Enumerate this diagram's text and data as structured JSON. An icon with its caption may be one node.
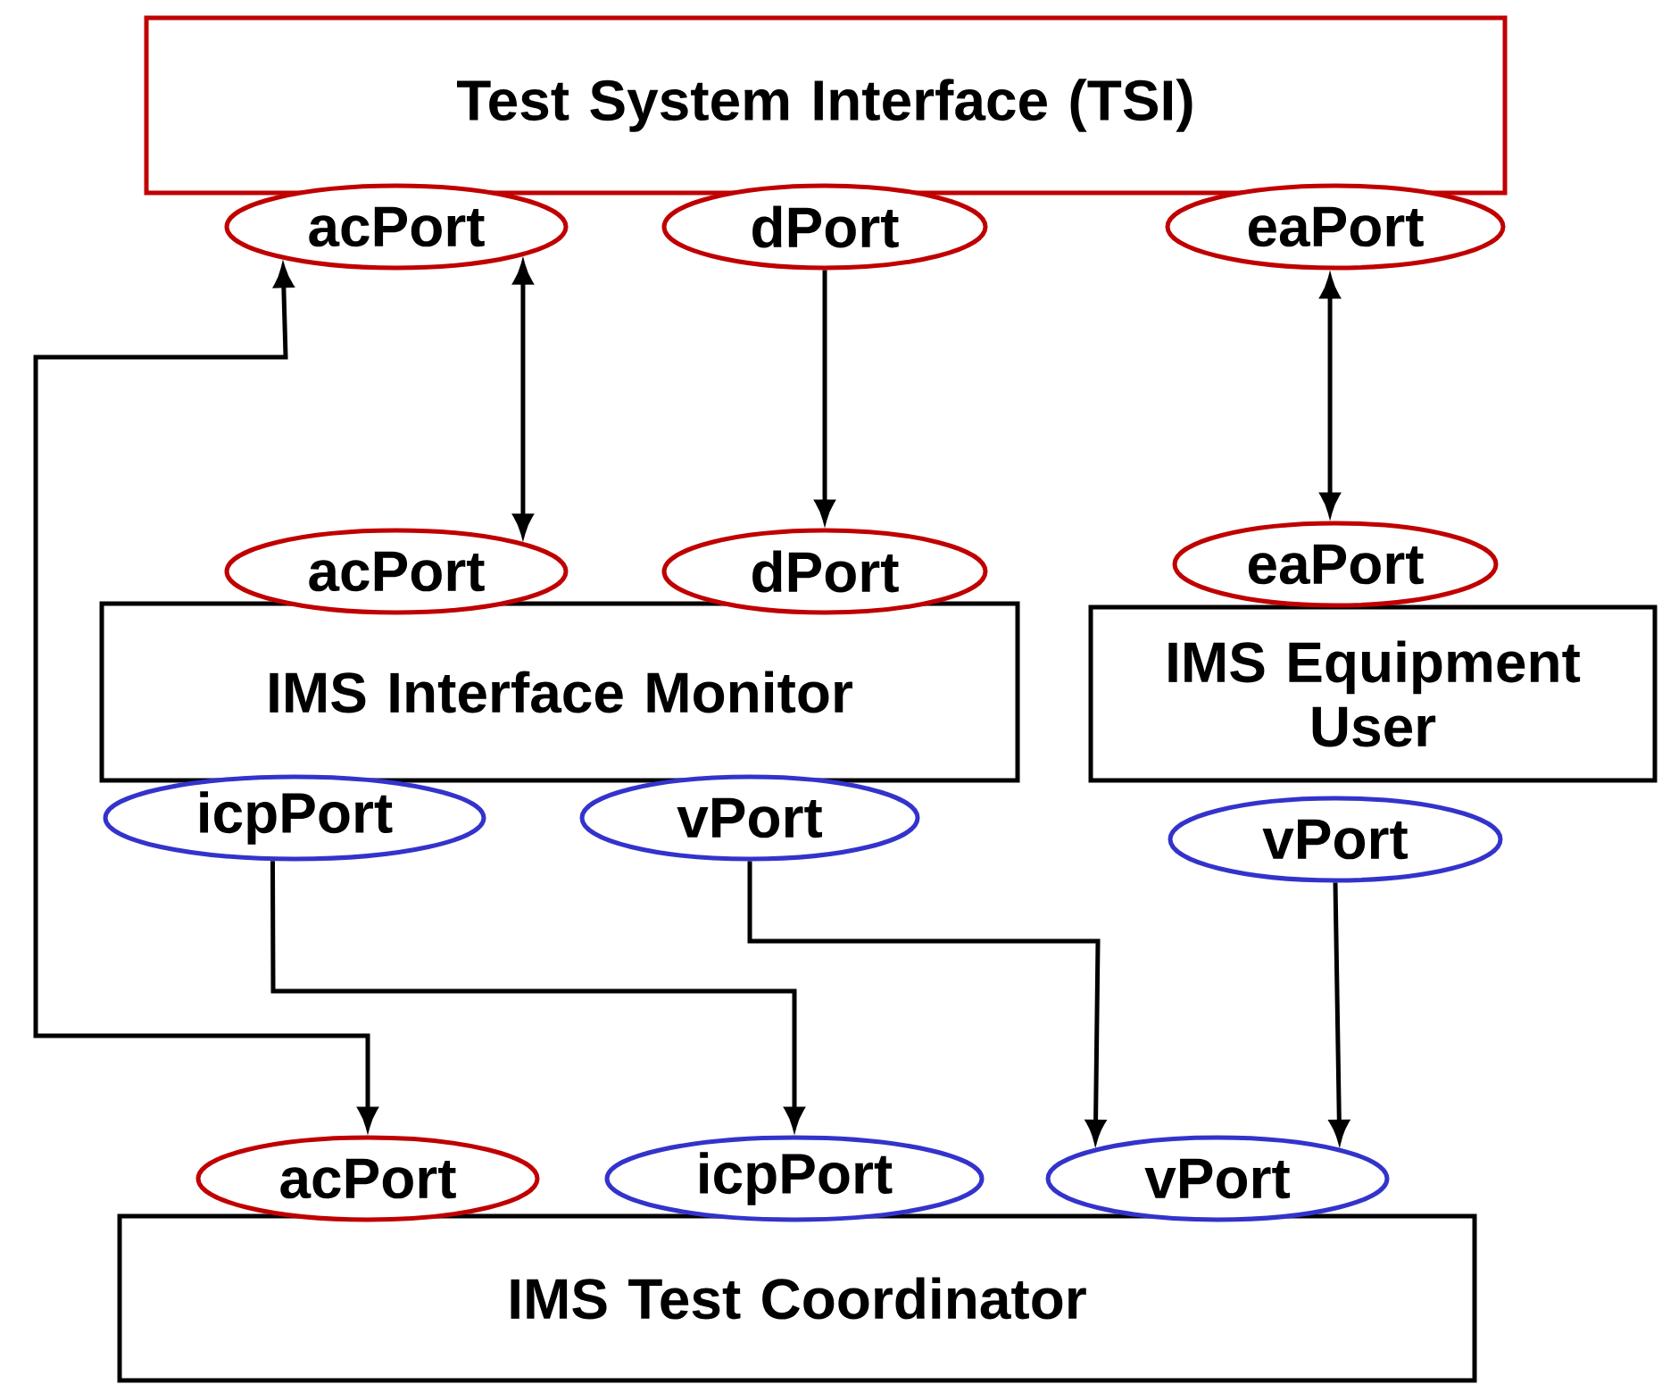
{
  "diagram": {
    "nodes": [
      {
        "text": [
          "Test System Interface (TSI)"
        ]
      },
      {
        "text": [
          "acPort"
        ]
      },
      {
        "text": [
          "dPort"
        ]
      },
      {
        "text": [
          "eaPort"
        ]
      },
      {
        "text": [
          "acPort"
        ]
      },
      {
        "text": [
          "dPort"
        ]
      },
      {
        "text": [
          "IMS Interface Monitor"
        ]
      },
      {
        "text": [
          "icpPort"
        ]
      },
      {
        "text": [
          "vPort"
        ]
      },
      {
        "text": [
          "eaPort"
        ]
      },
      {
        "text": [
          "IMS Equipment User"
        ]
      },
      {
        "text": [
          "vPort"
        ]
      },
      {
        "text": [
          "acPort"
        ]
      },
      {
        "text": [
          "icpPort"
        ]
      },
      {
        "text": [
          "vPort"
        ]
      },
      {
        "text": [
          "IMS Test Coordinator"
        ]
      }
    ],
    "edges": [
      {
        "from": 12,
        "to": 1,
        "arrow": "both"
      },
      {
        "from": 1,
        "to": 4,
        "arrow": "both"
      },
      {
        "from": 2,
        "to": 5,
        "arrow": "to"
      },
      {
        "from": 3,
        "to": 9,
        "arrow": "both"
      },
      {
        "from": 7,
        "to": 13,
        "arrow": "to"
      },
      {
        "from": 8,
        "to": 14,
        "arrow": "to"
      },
      {
        "from": 11,
        "to": 14,
        "arrow": "to"
      }
    ]
  }
}
